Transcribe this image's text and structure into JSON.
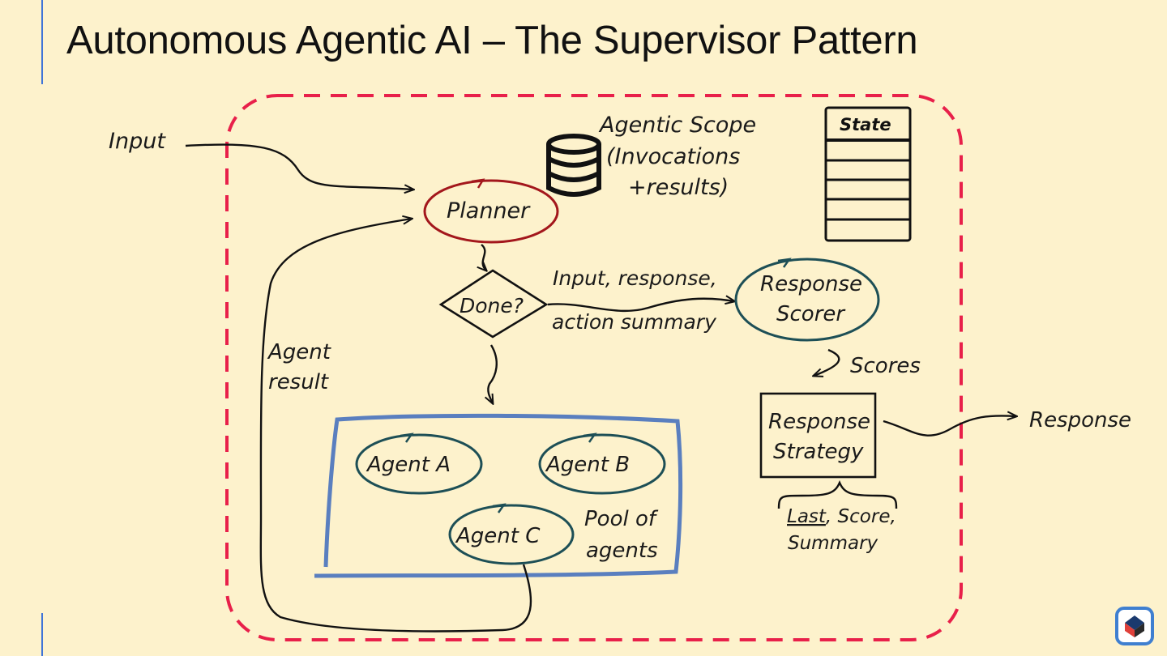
{
  "title": "Autonomous Agentic AI – The Supervisor Pattern",
  "labels": {
    "input": "Input",
    "planner": "Planner",
    "scope_line1": "Agentic Scope",
    "scope_line2": "(Invocations",
    "scope_line3": "+results)",
    "state": "State",
    "done": "Done?",
    "edge_top": "Input, response,",
    "edge_bottom": "action summary",
    "scorer_line1": "Response",
    "scorer_line2": "Scorer",
    "scores": "Scores",
    "strategy_line1": "Response",
    "strategy_line2": "Strategy",
    "response": "Response",
    "agent_result_line1": "Agent",
    "agent_result_line2": "result",
    "agent_a": "Agent A",
    "agent_b": "Agent B",
    "agent_c": "Agent C",
    "pool_line1": "Pool of",
    "pool_line2": "agents",
    "opt_last": "Last",
    "opt_rest": ", Score,",
    "opt_summary": "Summary"
  },
  "colors": {
    "background": "#fdf2cc",
    "boundary": "#e8204a",
    "planner": "#a3171c",
    "agent": "#1d4f56",
    "pool": "#5a7fbf",
    "ink": "#111111",
    "accent_rule": "#3f74d8"
  }
}
